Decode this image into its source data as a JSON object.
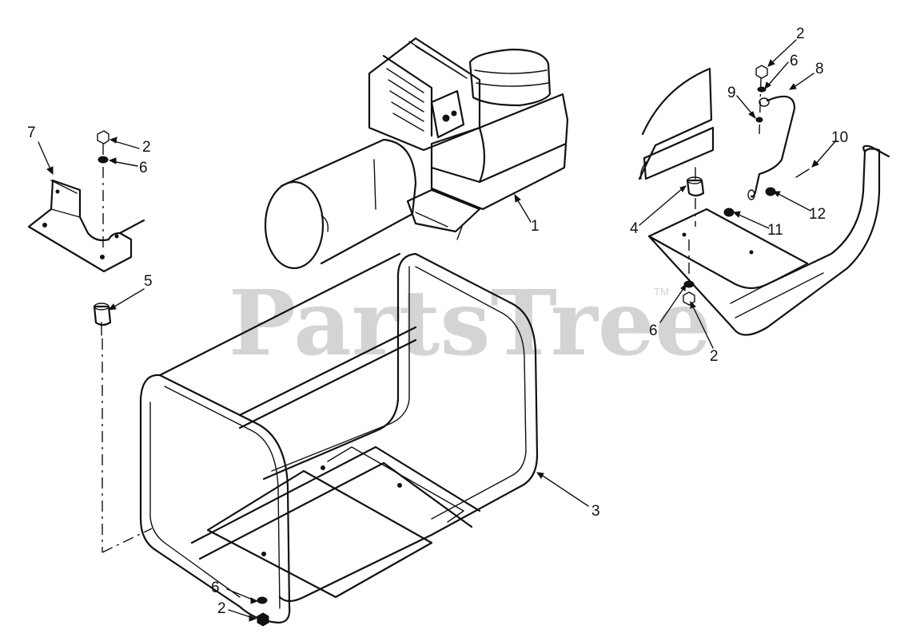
{
  "watermark": {
    "brand": "PartsTree",
    "trademark": "TM"
  },
  "parts": [
    {
      "id": "callout-1",
      "label": "1",
      "part": "engine-generator"
    },
    {
      "id": "callout-2a",
      "label": "2",
      "part": "nut"
    },
    {
      "id": "callout-6a",
      "label": "6",
      "part": "washer"
    },
    {
      "id": "callout-7",
      "label": "7",
      "part": "bracket"
    },
    {
      "id": "callout-5",
      "label": "5",
      "part": "isolator-mount"
    },
    {
      "id": "callout-3",
      "label": "3",
      "part": "frame"
    },
    {
      "id": "callout-6b",
      "label": "6",
      "part": "washer"
    },
    {
      "id": "callout-2b",
      "label": "2",
      "part": "nut"
    },
    {
      "id": "callout-2c",
      "label": "2",
      "part": "nut"
    },
    {
      "id": "callout-6c",
      "label": "6",
      "part": "washer"
    },
    {
      "id": "callout-8",
      "label": "8",
      "part": "ground-wire"
    },
    {
      "id": "callout-9",
      "label": "9",
      "part": "lockwasher"
    },
    {
      "id": "callout-10",
      "label": "10",
      "part": "screw"
    },
    {
      "id": "callout-4",
      "label": "4",
      "part": "isolator-mount"
    },
    {
      "id": "callout-11",
      "label": "11",
      "part": "nut"
    },
    {
      "id": "callout-12",
      "label": "12",
      "part": "nut"
    },
    {
      "id": "callout-6d",
      "label": "6",
      "part": "washer"
    },
    {
      "id": "callout-2d",
      "label": "2",
      "part": "nut"
    }
  ]
}
